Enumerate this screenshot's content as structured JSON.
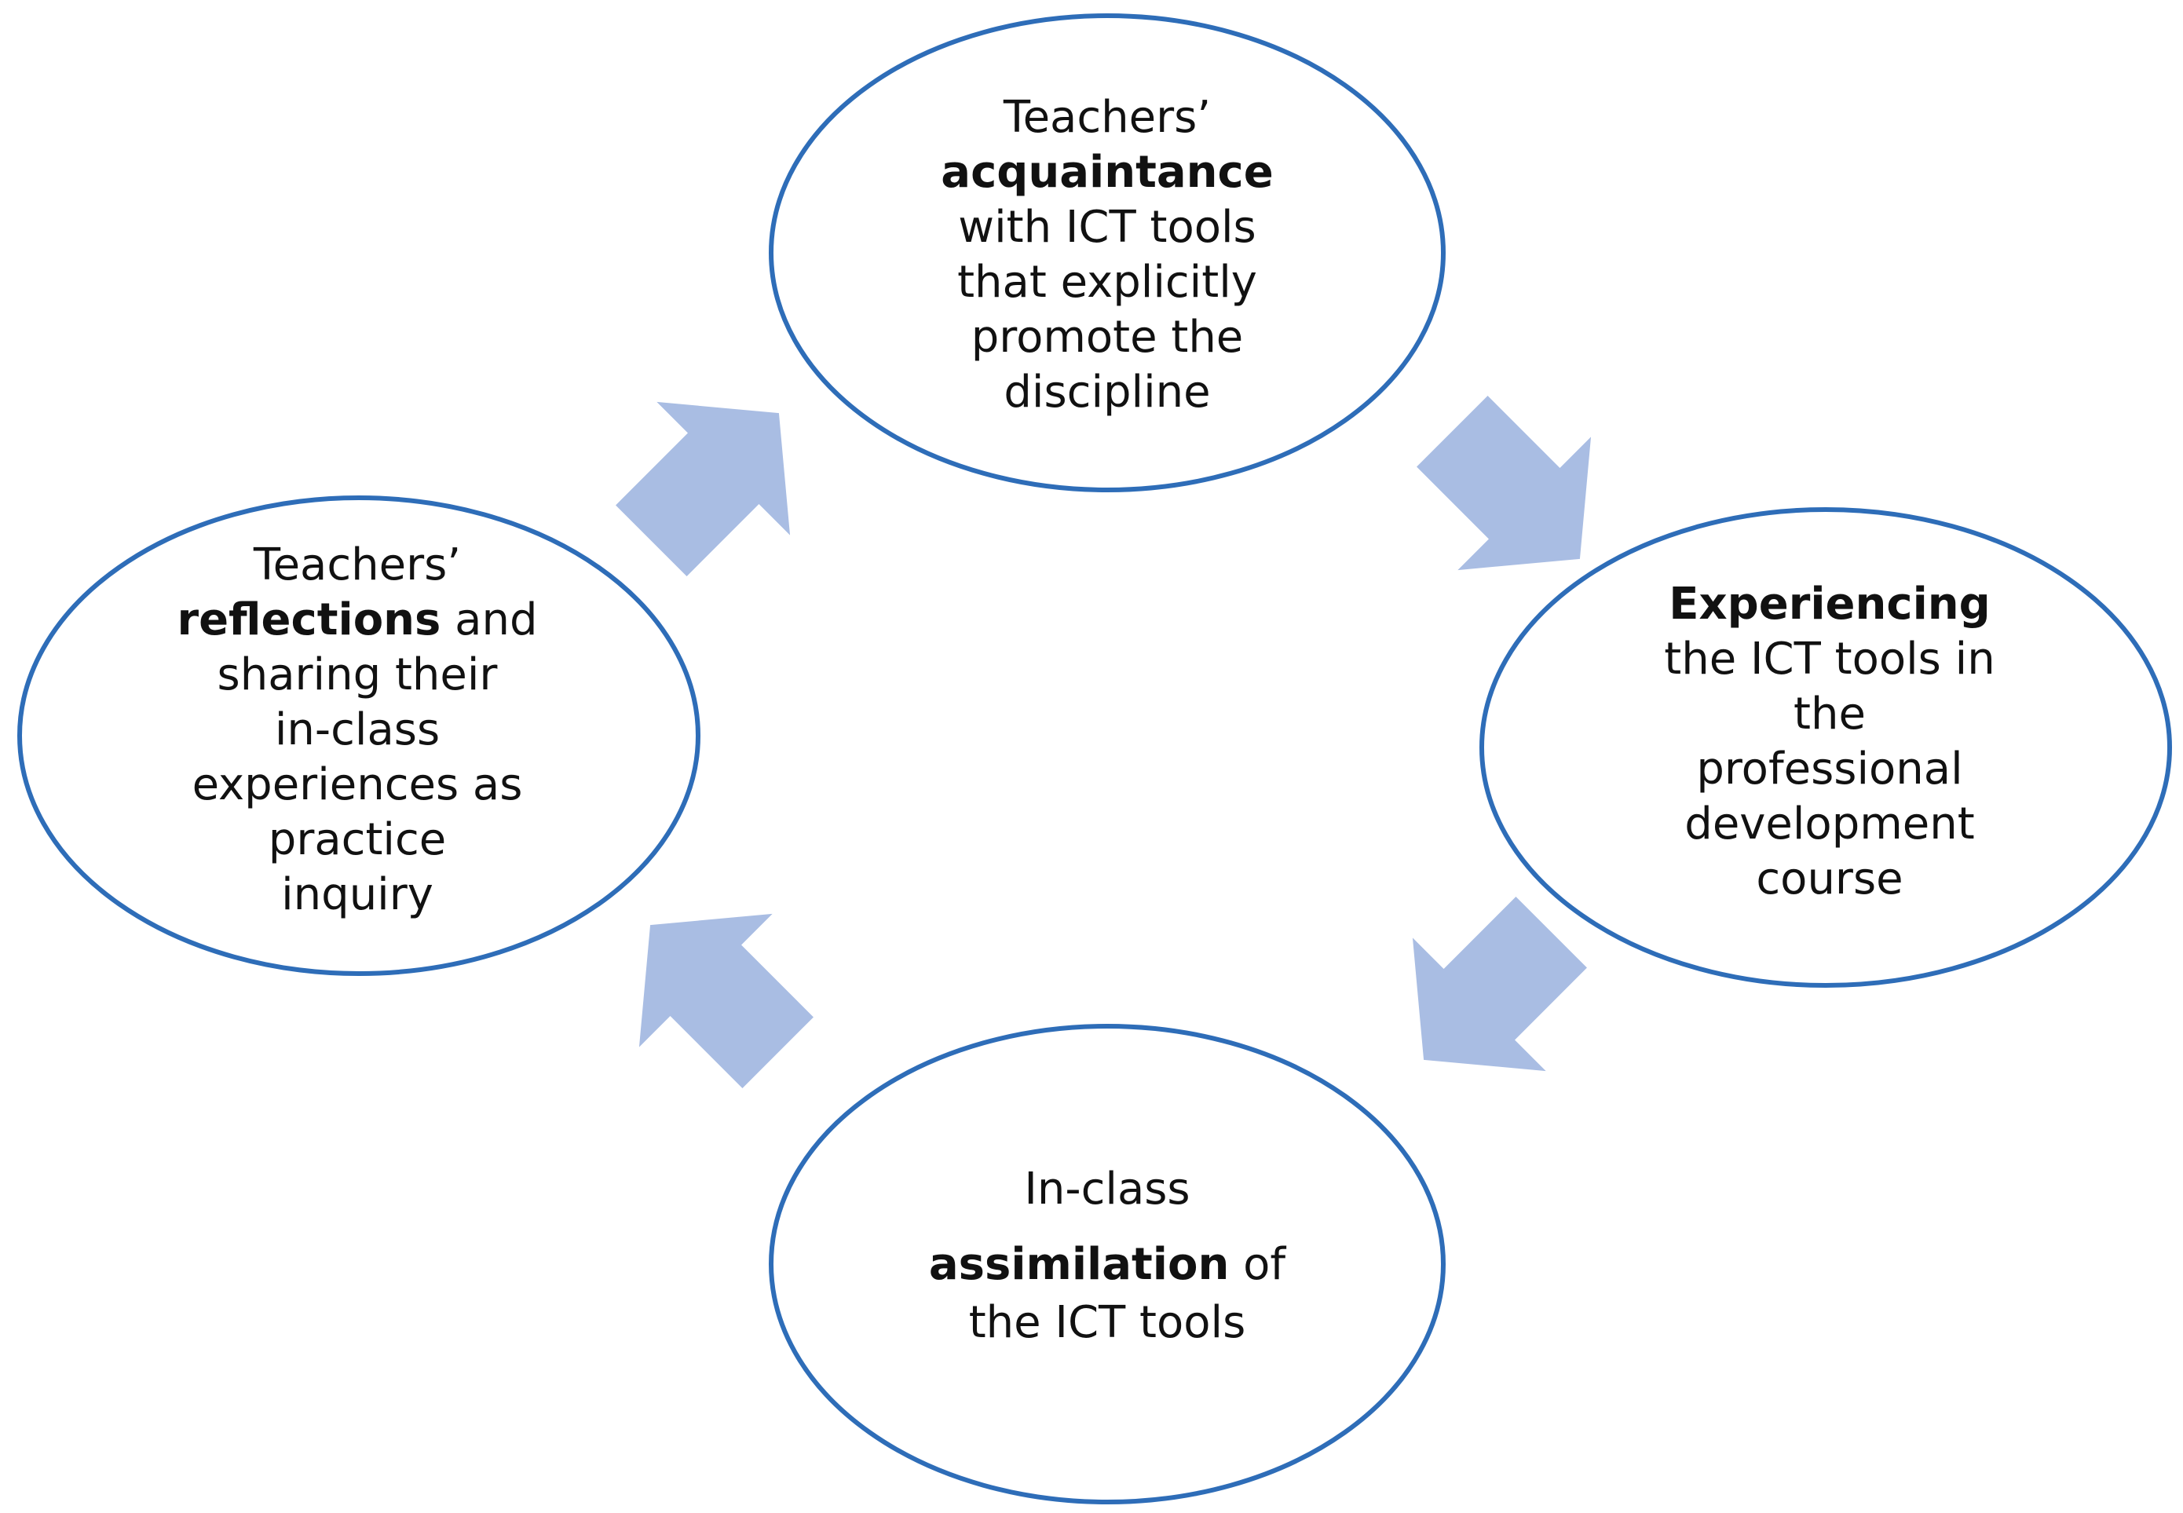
{
  "colors": {
    "circle_stroke": "#2E6DB8",
    "arrow_fill": "#A9BDE3",
    "text": "#111111",
    "background": "#FFFFFF"
  },
  "nodes": {
    "top": {
      "lines": [
        [
          {
            "text": "Teachers’",
            "bold": false
          }
        ],
        [
          {
            "text": "acquaintance",
            "bold": true
          }
        ],
        [
          {
            "text": "with ICT tools",
            "bold": false
          }
        ],
        [
          {
            "text": "that explicitly",
            "bold": false
          }
        ],
        [
          {
            "text": "promote the",
            "bold": false
          }
        ],
        [
          {
            "text": "discipline",
            "bold": false
          }
        ]
      ]
    },
    "right": {
      "lines": [
        [
          {
            "text": "Experiencing",
            "bold": true
          }
        ],
        [
          {
            "text": "the ICT tools in",
            "bold": false
          }
        ],
        [
          {
            "text": "the",
            "bold": false
          }
        ],
        [
          {
            "text": "professional",
            "bold": false
          }
        ],
        [
          {
            "text": "development",
            "bold": false
          }
        ],
        [
          {
            "text": "course",
            "bold": false
          }
        ]
      ]
    },
    "bottom": {
      "lines": [
        [
          {
            "text": "In-class",
            "bold": false
          }
        ],
        [
          {
            "text": "assimilation",
            "bold": true
          },
          {
            "text": " of",
            "bold": false
          }
        ],
        [
          {
            "text": "the ICT tools",
            "bold": false
          }
        ]
      ]
    },
    "left": {
      "lines": [
        [
          {
            "text": "Teachers’",
            "bold": false
          }
        ],
        [
          {
            "text": "reflections",
            "bold": true
          },
          {
            "text": " and",
            "bold": false
          }
        ],
        [
          {
            "text": "sharing their",
            "bold": false
          }
        ],
        [
          {
            "text": "in-class",
            "bold": false
          }
        ],
        [
          {
            "text": "experiences as",
            "bold": false
          }
        ],
        [
          {
            "text": "practice",
            "bold": false
          }
        ],
        [
          {
            "text": "inquiry",
            "bold": false
          }
        ]
      ]
    }
  },
  "arrows": [
    {
      "from": "left",
      "to": "top",
      "icon": "arrow-up-right-icon"
    },
    {
      "from": "top",
      "to": "right",
      "icon": "arrow-down-right-icon"
    },
    {
      "from": "right",
      "to": "bottom",
      "icon": "arrow-down-left-icon"
    },
    {
      "from": "bottom",
      "to": "left",
      "icon": "arrow-up-left-icon"
    }
  ]
}
